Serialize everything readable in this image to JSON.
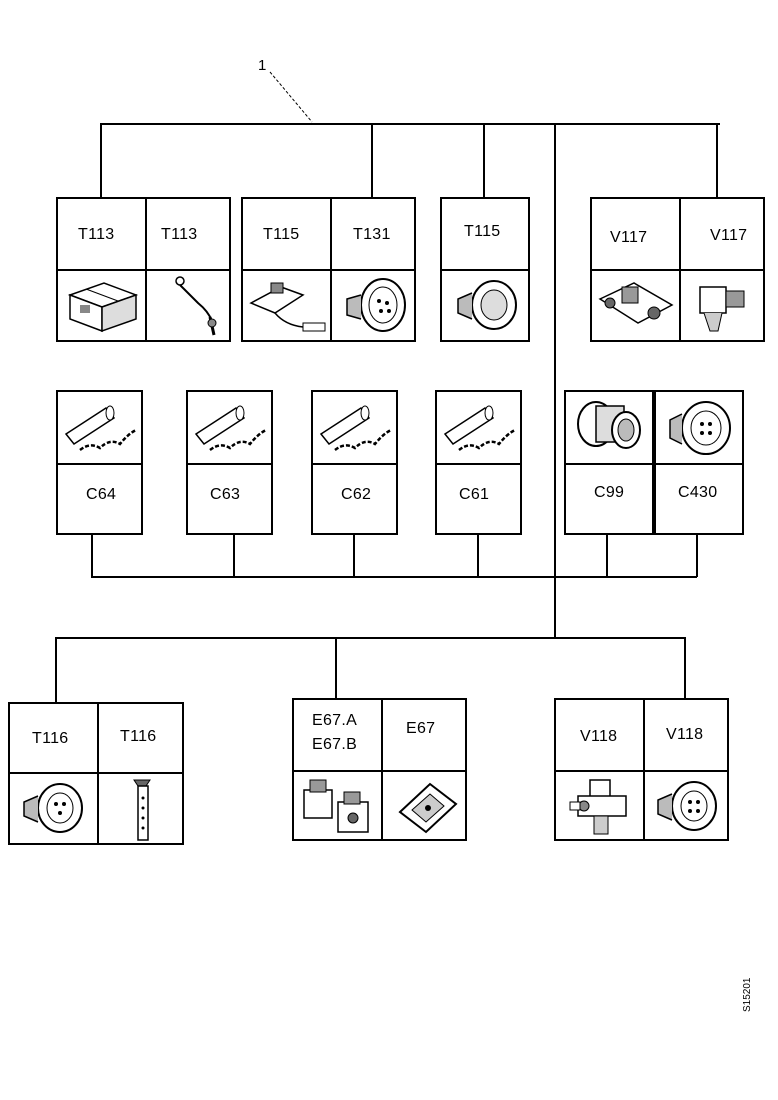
{
  "callout": "1",
  "doc_id": "S15201",
  "top_row": [
    {
      "label": "T113",
      "icon": "connector-block-icon"
    },
    {
      "label": "T113",
      "icon": "wire-pin-icon"
    },
    {
      "label": "T115",
      "icon": "bracket-wire-icon"
    },
    {
      "label": "T131",
      "icon": "round-connector-icon"
    },
    {
      "label": "T115",
      "icon": "round-connector-icon"
    },
    {
      "label": "V117",
      "icon": "valve-block-icon"
    },
    {
      "label": "V117",
      "icon": "small-connector-icon"
    }
  ],
  "middle_row": [
    {
      "label": "C64",
      "icon": "wire-sleeve-icon"
    },
    {
      "label": "C63",
      "icon": "wire-sleeve-icon"
    },
    {
      "label": "C62",
      "icon": "wire-sleeve-icon"
    },
    {
      "label": "C61",
      "icon": "wire-sleeve-icon"
    },
    {
      "label": "C99",
      "icon": "round-plug-icon"
    },
    {
      "label": "C430",
      "icon": "round-connector-icon"
    }
  ],
  "bottom_row": [
    {
      "label": "T116",
      "icon": "round-connector-icon"
    },
    {
      "label": "T116",
      "icon": "pin-strip-icon"
    },
    {
      "label": "E67.A",
      "label2": "E67.B",
      "icon": "double-connector-icon"
    },
    {
      "label": "E67",
      "icon": "square-connector-icon"
    },
    {
      "label": "V118",
      "icon": "valve-icon"
    },
    {
      "label": "V118",
      "icon": "round-connector-icon"
    }
  ]
}
